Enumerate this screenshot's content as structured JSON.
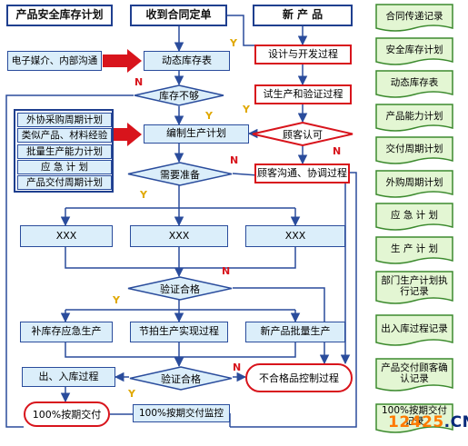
{
  "headers": {
    "safety_stock_plan": "产品安全库存计划",
    "contract_received": "收到合同定单",
    "new_product": "新   产   品"
  },
  "nodes": {
    "electronic_media": "电子媒介、内部沟通",
    "dynamic_stock_table": "动态库存表",
    "stock_insufficient": "库存不够",
    "design_dev": "设计与开发过程",
    "trial_production": "试生产和验证过程",
    "customer_approve": "顾客认可",
    "customer_comm": "顾客沟通、协调过程",
    "make_plan": "编制生产计划",
    "need_prepare": "需要准备",
    "xxx_1": "XXX",
    "xxx_2": "XXX",
    "xxx_3": "XXX",
    "verify_1": "验证合格",
    "restock": "补库存应急生产",
    "takt": "节拍生产实现过程",
    "new_batch": "新产品批量生产",
    "verify_2": "验证合格",
    "in_out_process": "出、入库过程",
    "nonconforming": "不合格品控制过程",
    "on_time_delivery": "100%按期交付",
    "on_time_monitor": "100%按期交付监控"
  },
  "left_panel": [
    "外协采购周期计划",
    "类似产品、材料经验",
    "批量生产能力计划",
    "应  急  计  划",
    "产品交付周期计划"
  ],
  "flags": {
    "yes": "Y",
    "no": "N"
  },
  "documents": [
    {
      "label": "合同传递记录"
    },
    {
      "label": "安全库存计划"
    },
    {
      "label": "动态库存表"
    },
    {
      "label": "产品能力计划"
    },
    {
      "label": "交付周期计划"
    },
    {
      "label": "外购周期计划"
    },
    {
      "label": "应  急  计  划"
    },
    {
      "label": "生  产  计  划"
    },
    {
      "label": "部门生产计划执行记录"
    },
    {
      "label": "出入库过程记录"
    },
    {
      "label": "产品交付顾客确认记录"
    },
    {
      "label": "100%按期交付记录"
    }
  ],
  "watermark": {
    "number": "12425",
    "domain": ".CN"
  },
  "colors": {
    "box_fill": "#dbeefa",
    "box_border": "#2a4c9c",
    "accent_red": "#d8141c",
    "flag_yellow": "#e0a800",
    "doc_fill": "#e3f6d3",
    "doc_border": "#3c8a2e"
  }
}
